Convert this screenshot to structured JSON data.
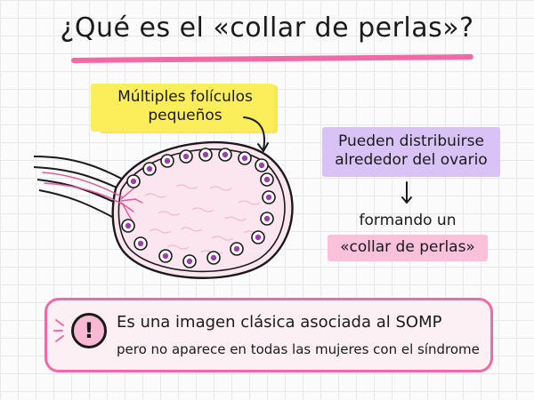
{
  "title": "¿Qué es el «collar de perlas»?",
  "labels": {
    "follicles_line1": "Múltiples folículos",
    "follicles_line2": "pequeños",
    "distribute_line1": "Pueden distribuirse",
    "distribute_line2": "alrededor del ovario",
    "forming": "formando un",
    "necklace": "«collar de perlas»"
  },
  "callout": {
    "line1": "Es una imagen clásica asociada al SOMP",
    "line2": "pero no aparece en todas las mujeres con el síndrome",
    "icon": "exclamation-icon"
  },
  "colors": {
    "accent_pink": "#f06aa6",
    "highlight_yellow": "#fbee5a",
    "highlight_purple": "#d8c2f6",
    "highlight_pink": "#f9c1da",
    "follicle_purple": "#9b3fb0"
  }
}
